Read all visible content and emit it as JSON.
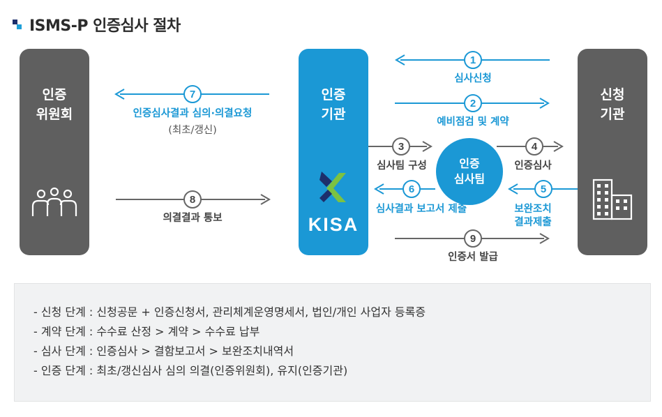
{
  "header": {
    "title": "ISMS-P 인증심사 절차"
  },
  "entities": {
    "committee": "인증\n위원회",
    "certifier": "인증\n기관",
    "applicant": "신청\n기관",
    "audit_team": "인증\n심사팀",
    "kisa_logo_text": "KISA"
  },
  "steps": [
    {
      "num": "1",
      "label": "심사신청"
    },
    {
      "num": "2",
      "label": "예비점검 및 계약"
    },
    {
      "num": "3",
      "label": "심사팀 구성"
    },
    {
      "num": "4",
      "label": "인증심사"
    },
    {
      "num": "5",
      "label": "보완조치\n결과제출"
    },
    {
      "num": "6",
      "label": "심사결과 보고서 제출"
    },
    {
      "num": "7",
      "label": "인증심사결과 심의·의결요청",
      "sub": "(최초/갱신)"
    },
    {
      "num": "8",
      "label": "의결결과 통보"
    },
    {
      "num": "9",
      "label": "인증서 발급"
    }
  ],
  "notes": [
    "- 신청 단계 : 신청공문 + 인증신청서, 관리체계운영명세서, 법인/개인 사업자 등록증",
    "- 계약 단계 : 수수료 산정 > 계약 > 수수료 납부",
    "- 심사 단계 : 인증심사 > 결함보고서 > 보완조치내역서",
    "- 인증 단계 : 최초/갱신심사 심의 의결(인증위원회), 유지(인증기관)"
  ],
  "colors": {
    "blue": "#1b98d5",
    "gray_box": "#5f5f5f",
    "gray_arrow": "#666666",
    "navy": "#1d2f6b",
    "logo_green": "#7cc242"
  },
  "icons": [
    "committee-people-icon",
    "building-icon",
    "kisa-logo"
  ]
}
